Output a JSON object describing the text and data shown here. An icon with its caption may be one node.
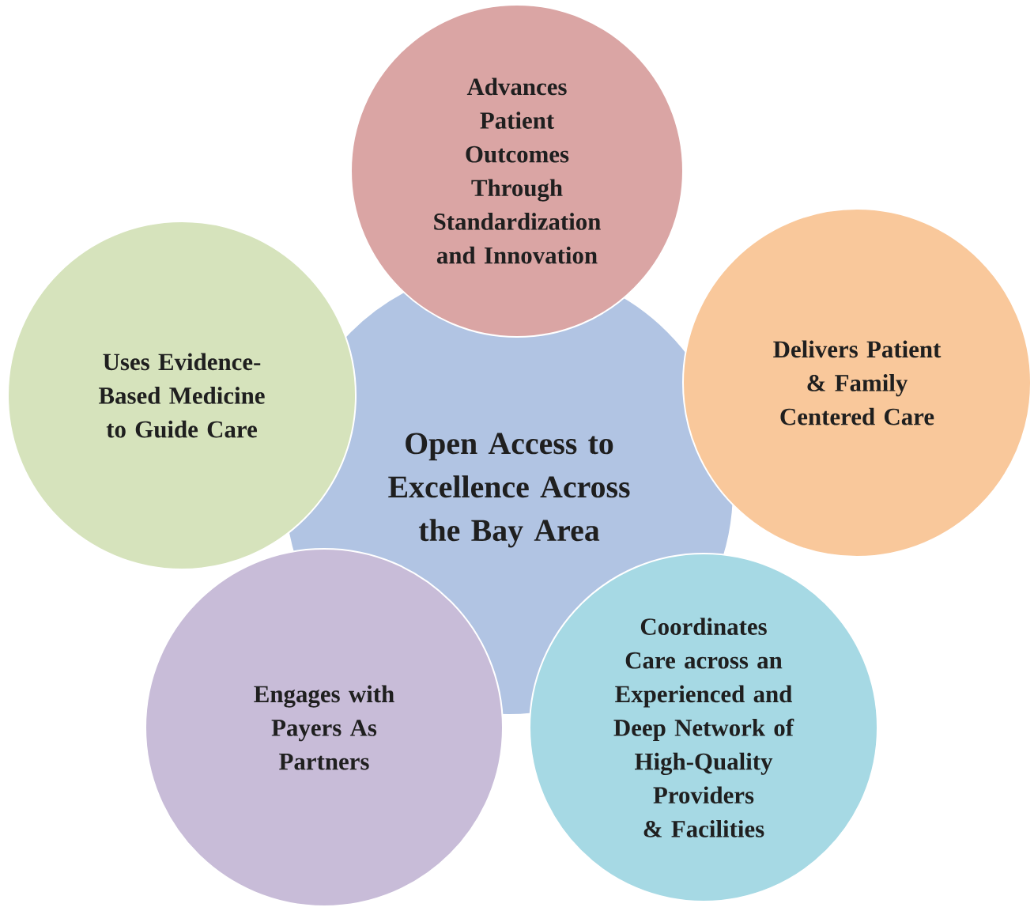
{
  "diagram": {
    "nodes": [
      {
        "text": [
          "Advances Patient Outcomes Through Standardization and Innovation"
        ]
      },
      {
        "text": [
          "Uses Evidence-Based Medicine to Guide Care"
        ]
      },
      {
        "text": [
          "Delivers Patient & Family Centered Care"
        ]
      },
      {
        "text": [
          "Open Access to Excellence Across the Bay Area"
        ]
      },
      {
        "text": [
          "Engages with Payers As Partners"
        ]
      },
      {
        "text": [
          "Coordinates Care across an Experienced and Deep Network of High-Quality Providers & Facilities"
        ]
      }
    ]
  }
}
